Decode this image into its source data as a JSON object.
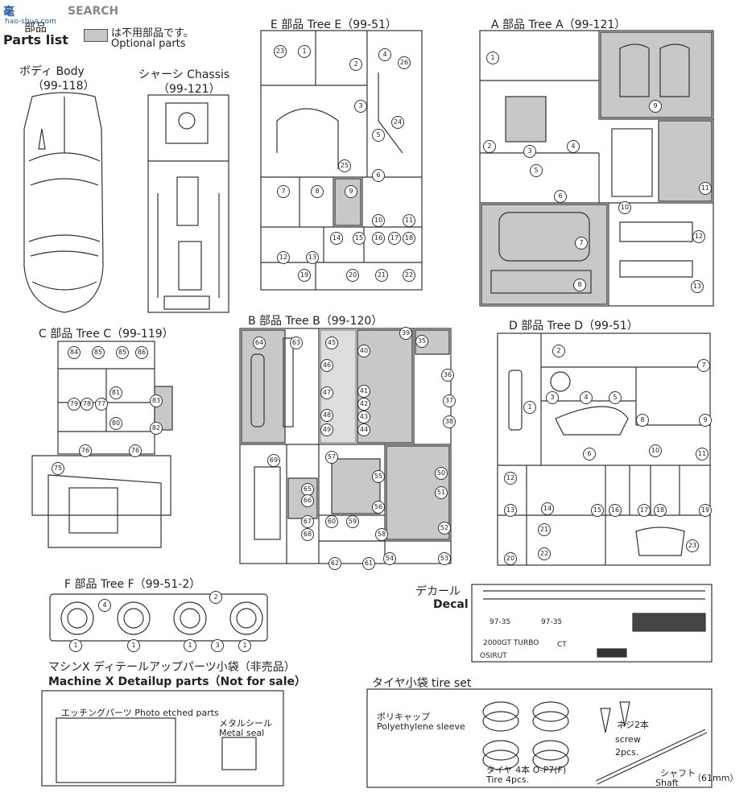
{
  "watermark": {
    "logo": "毫",
    "site": "SEARCH",
    "sub": "hao-shua.com"
  },
  "legend": {
    "title_jp": "部品",
    "title_en": "Parts list",
    "note_jp": "は不用部品です。",
    "note_en": "Optional parts"
  },
  "body": {
    "jp": "ボディ Body",
    "code": "（99-118）"
  },
  "chassis": {
    "jp": "シャーシ Chassis",
    "code": "（99-121）"
  },
  "tree_e": {
    "title": "E 部品 Tree E（99-51）"
  },
  "tree_a": {
    "title": "A 部品 Tree A（99-121）"
  },
  "tree_c": {
    "title": "C 部品 Tree C（99-119）"
  },
  "tree_b": {
    "title": "B 部品 Tree B（99-120）"
  },
  "tree_d": {
    "title": "D 部品 Tree D（99-51）"
  },
  "tree_f": {
    "title": "F 部品 Tree F（99-51-2）"
  },
  "decal": {
    "jp": "デカール",
    "en": "Decal"
  },
  "machine_x": {
    "jp": "マシンX ディテールアップパーツ小袋（非売品）",
    "en": "Machine X Detailup parts（Not for sale）"
  },
  "etched": {
    "label": "エッチングパーツ Photo etched parts"
  },
  "metal_seal": {
    "jp": "メタルシール",
    "en": "Metal seal"
  },
  "tire_set": {
    "title": "タイヤ小袋 tire set"
  },
  "poly": {
    "jp": "ポリキャップ",
    "en": "Polyethylene sleeve"
  },
  "screw": {
    "jp": "ネジ2本",
    "en": "screw",
    "qty": "2pcs."
  },
  "tire": {
    "jp": "タイヤ 4本 O-P7(F)",
    "en": "Tire 4pcs."
  },
  "shaft": {
    "jp": "シャフト",
    "en": "Shaft",
    "len": "（61mm）"
  },
  "decal_text": {
    "a": "97-35",
    "b": "2000GT TURBO",
    "c": "CT",
    "d": "OSIRUT"
  },
  "tree_e_nums": [
    "23",
    "1",
    "2",
    "4",
    "26",
    "3",
    "24",
    "25",
    "5",
    "6",
    "7",
    "8",
    "9",
    "10",
    "11",
    "14",
    "15",
    "16",
    "17",
    "18",
    "12",
    "13",
    "19",
    "20",
    "21",
    "22"
  ],
  "tree_a_nums": [
    "1",
    "9",
    "2",
    "3",
    "4",
    "5",
    "6",
    "10",
    "11",
    "7",
    "12",
    "13",
    "8"
  ],
  "tree_c_nums": [
    "84",
    "85",
    "85",
    "86",
    "81",
    "79",
    "78",
    "77",
    "83",
    "80",
    "82",
    "76",
    "76",
    "75"
  ],
  "tree_b_nums": [
    "64",
    "63",
    "45",
    "40",
    "39",
    "35",
    "46",
    "47",
    "41",
    "42",
    "43",
    "36",
    "37",
    "48",
    "49",
    "44",
    "38",
    "69",
    "57",
    "65",
    "66",
    "67",
    "68",
    "55",
    "56",
    "60",
    "59",
    "58",
    "50",
    "51",
    "52",
    "62",
    "61",
    "54",
    "53"
  ],
  "tree_d_nums": [
    "2",
    "7",
    "1",
    "3",
    "4",
    "5",
    "8",
    "9",
    "6",
    "10",
    "11",
    "12",
    "13",
    "14",
    "15",
    "16",
    "17",
    "18",
    "19",
    "21",
    "22",
    "23",
    "20"
  ],
  "tree_f_nums": [
    "4",
    "2",
    "1",
    "1",
    "1",
    "3",
    "1"
  ]
}
